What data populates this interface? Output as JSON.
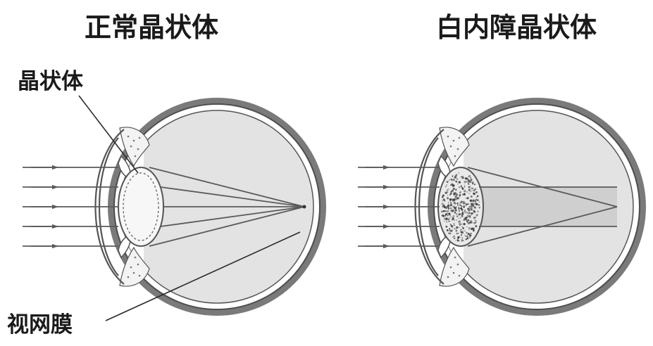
{
  "titles": {
    "normal": "正常晶状体",
    "cataract": "白内障晶状体"
  },
  "labels": {
    "lens": "晶状体",
    "retina": "视网膜"
  },
  "incoming_ray_count": 5,
  "colors": {
    "sclera": "#7a7a7a",
    "vitreous": "#e3e3e3",
    "lines": "#5a5a5a",
    "text": "#1a1a1a"
  }
}
